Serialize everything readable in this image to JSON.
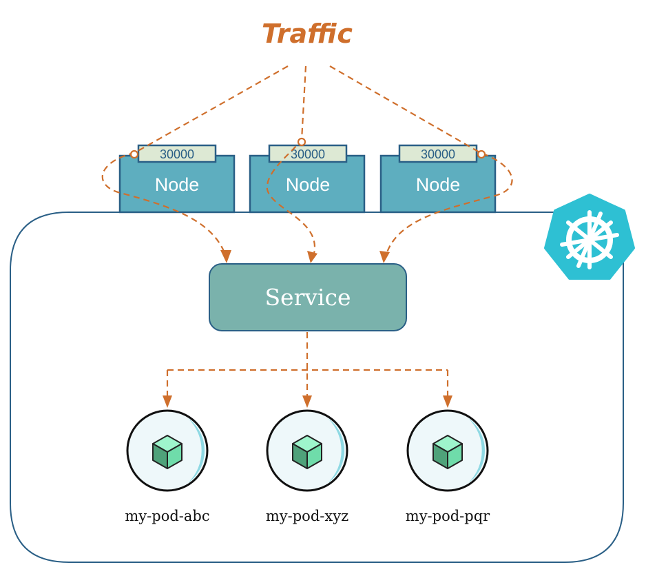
{
  "title": "Traffic",
  "colors": {
    "accent_orange": "#cf6f2c",
    "node_fill": "#5eaebf",
    "node_border": "#2a5f86",
    "port_fill": "#dde9d4",
    "service_fill": "#7ab2ac",
    "cluster_border": "#2a5f86",
    "k8s_logo": "#2ec0d3",
    "pod_fill": "#eef8fa",
    "cube_light": "#7ee8b8",
    "cube_dark": "#4fa27a"
  },
  "nodes": [
    {
      "label": "Node",
      "port": "30000"
    },
    {
      "label": "Node",
      "port": "30000"
    },
    {
      "label": "Node",
      "port": "30000"
    }
  ],
  "service": {
    "label": "Service"
  },
  "pods": [
    {
      "label": "my-pod-abc",
      "icon": "cube-icon"
    },
    {
      "label": "my-pod-xyz",
      "icon": "cube-icon"
    },
    {
      "label": "my-pod-pqr",
      "icon": "cube-icon"
    }
  ],
  "logo": {
    "icon": "kubernetes-helm-icon"
  }
}
